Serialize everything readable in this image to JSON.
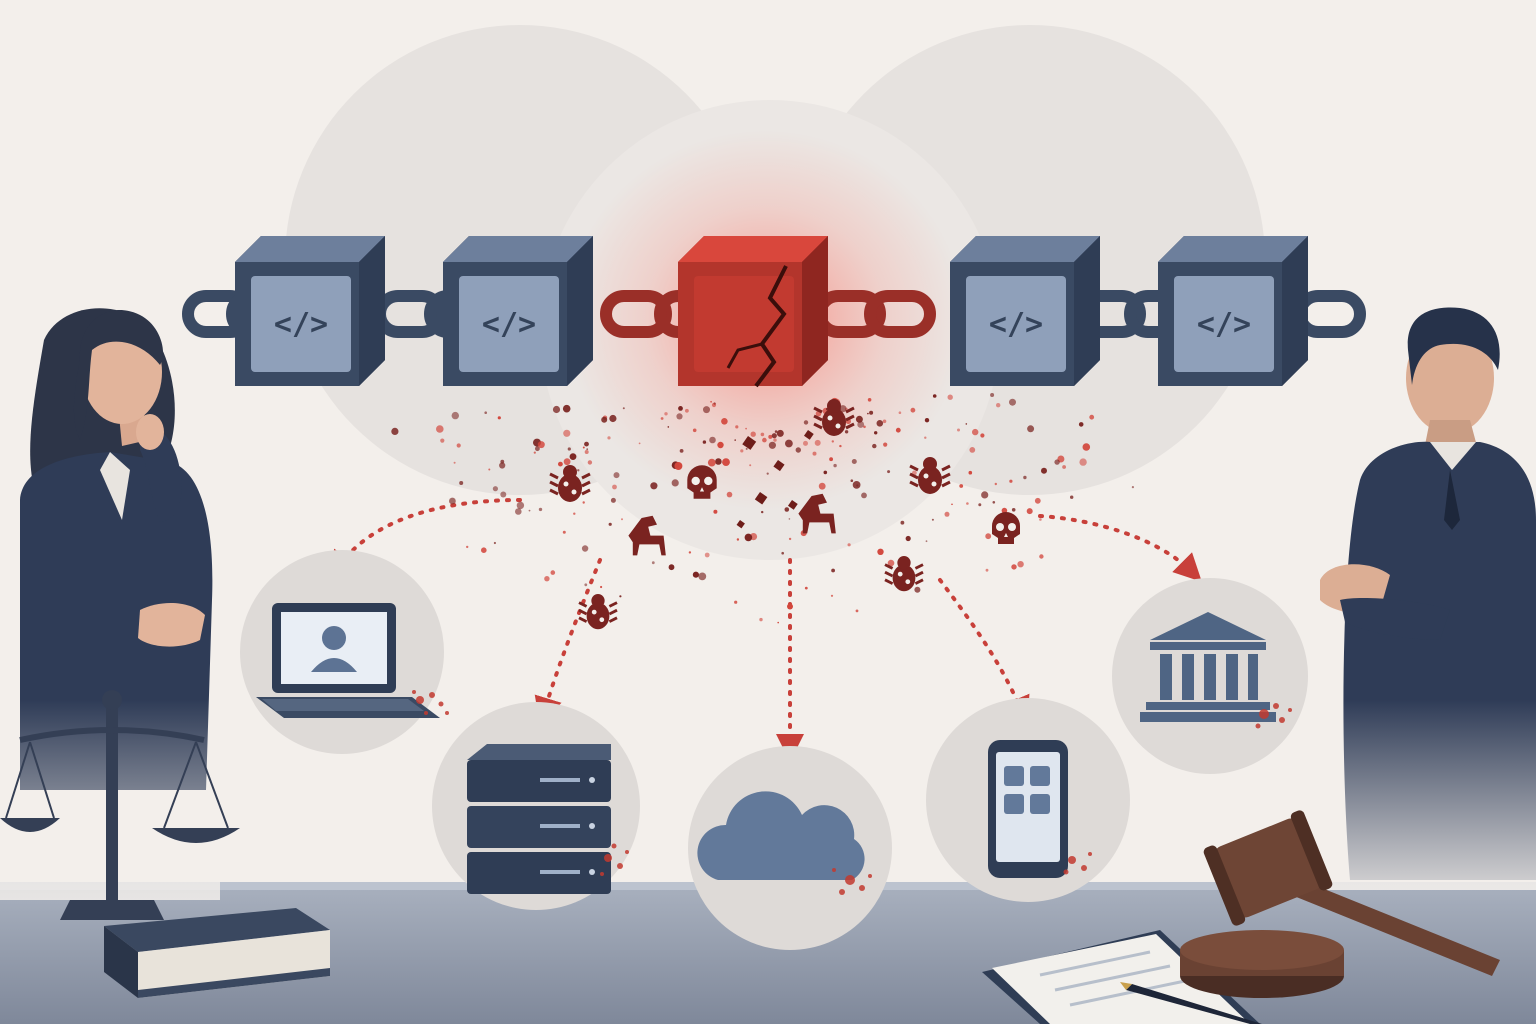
{
  "blocks": [
    {
      "id": "block-1",
      "label": "</>",
      "state": "intact"
    },
    {
      "id": "block-2",
      "label": "</>",
      "state": "intact"
    },
    {
      "id": "block-3",
      "label": "",
      "state": "compromised"
    },
    {
      "id": "block-4",
      "label": "</>",
      "state": "intact"
    },
    {
      "id": "block-5",
      "label": "</>",
      "state": "intact"
    }
  ],
  "targets": [
    "laptop-user",
    "server-stack",
    "cloud",
    "mobile-device",
    "institution"
  ],
  "threats": [
    "bug-icon",
    "skull-icon",
    "trojan-horse-icon"
  ],
  "figures": [
    "woman-in-suit",
    "man-in-suit"
  ],
  "props": [
    "scales-of-justice",
    "law-book",
    "gavel",
    "legal-document",
    "pen"
  ],
  "colors": {
    "background": "#f3efeb",
    "block_face": "#8a9bb5",
    "block_dark": "#3a4a63",
    "compromised": "#c23a30",
    "threat": "#7a2320",
    "arrow": "#c8403a",
    "desk": "#9aa3b2",
    "suit": "#2e3b55"
  }
}
